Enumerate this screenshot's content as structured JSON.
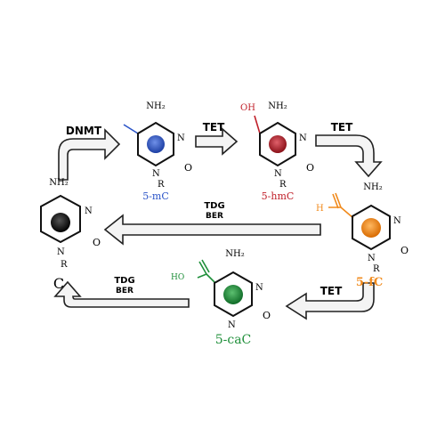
{
  "atom_labels": {
    "amine": "NH₂",
    "nitrogen": "N",
    "oxygen": "O",
    "r_group": "R",
    "hydroxyl": "OH",
    "hydrogen": "H",
    "acid_hydroxyl": "HO"
  },
  "molecules": {
    "c": {
      "label": "C",
      "core_color": "#111111"
    },
    "mc": {
      "label": "5-mC",
      "core_color": "#2b54c8",
      "label_color": "#2b54c8"
    },
    "hmc": {
      "label": "5-hmC",
      "core_color": "#c0202a",
      "label_color": "#c0202a",
      "substituent_color": "#c0202a"
    },
    "fc": {
      "label": "5-fC",
      "core_color": "#f08a1c",
      "label_color": "#f08a1c",
      "substituent_color": "#f08a1c"
    },
    "cac": {
      "label": "5-caC",
      "core_color": "#1f8f3a",
      "label_color": "#1f8f3a",
      "substituent_color": "#1f8f3a"
    }
  },
  "enzymes": {
    "dnmt": "DNMT",
    "tet_1": "TET",
    "tet_2": "TET",
    "tet_3": "TET",
    "tdg_1": "TDG",
    "ber_1": "BER",
    "tdg_2": "TDG",
    "ber_2": "BER"
  },
  "colors": {
    "arrow_fill": "#f4f4f4",
    "arrow_stroke": "#222222",
    "methyl_line": "#2b54c8"
  }
}
